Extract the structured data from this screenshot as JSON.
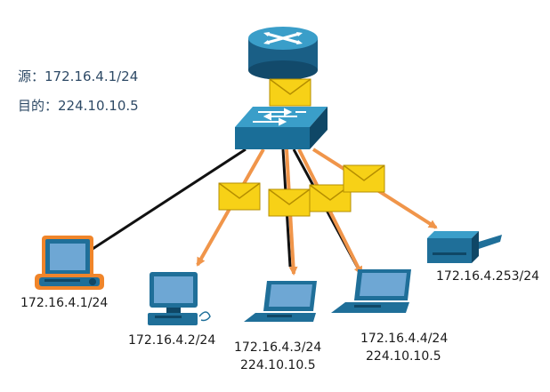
{
  "info": {
    "source_label": "源：",
    "source_value": "172.16.4.1/24",
    "dest_label": "目的：",
    "dest_value": "224.10.10.5"
  },
  "hosts": {
    "pc1": {
      "ip": "172.16.4.1/24",
      "role": "sender",
      "highlight_color": "#f0852a"
    },
    "pc2": {
      "ip": "172.16.4.2/24"
    },
    "laptop3": {
      "ip": "172.16.4.3/24",
      "group": "224.10.10.5"
    },
    "laptop4": {
      "ip": "172.16.4.4/24",
      "group": "224.10.10.5"
    },
    "printer": {
      "ip": "172.16.4.253/24"
    }
  },
  "colors": {
    "link": "#111111",
    "traffic": "#f0954a",
    "device": "#1f6f99",
    "device_dark": "#0f4766",
    "device_light": "#3a9ec9",
    "screen": "#6ea7d4",
    "envelope": "#f7d117",
    "envelope_edge": "#b58e00",
    "text_info": "#2e4a66"
  },
  "icons": [
    "router-icon",
    "switch-icon",
    "pc-icon",
    "laptop-icon",
    "printer-icon",
    "envelope-icon"
  ]
}
